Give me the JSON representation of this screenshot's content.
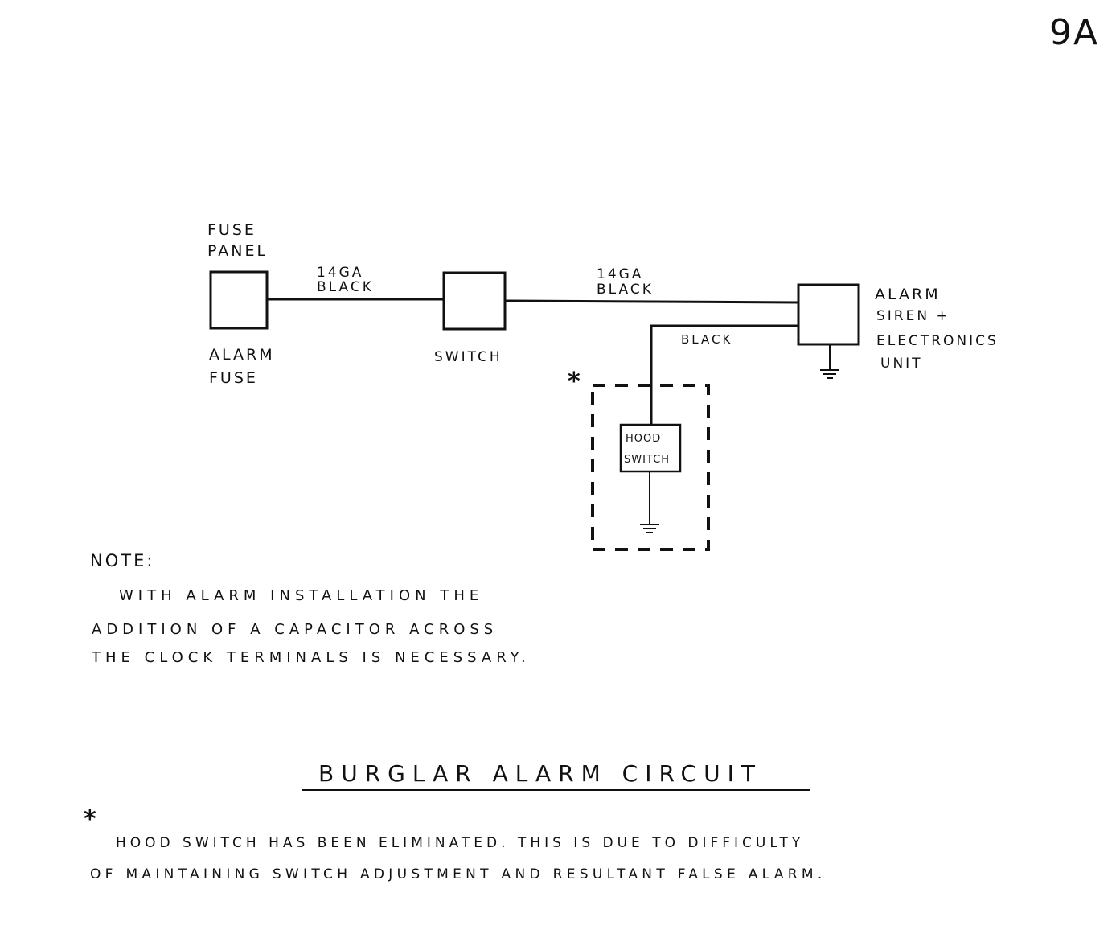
{
  "page_number": "9A",
  "components": {
    "fuse_panel_label": [
      "FUSE",
      "PANEL"
    ],
    "alarm_fuse_label": [
      "ALARM",
      "FUSE"
    ],
    "switch_label": "SWITCH",
    "alarm_unit_label": [
      "ALARM",
      "SIREN +",
      "ELECTRONICS",
      "UNIT"
    ],
    "hood_switch_label": [
      "HOOD",
      "SWITCH"
    ]
  },
  "wires": {
    "wire1_label": [
      "14GA",
      "BLACK"
    ],
    "wire2_label": [
      "14GA",
      "BLACK"
    ],
    "wire3_label": "BLACK"
  },
  "asterisk": "*",
  "note": {
    "heading": "NOTE:",
    "lines": [
      "WITH ALARM INSTALLATION THE",
      "ADDITION OF A CAPACITOR ACROSS",
      "THE CLOCK TERMINALS IS NECESSARY."
    ]
  },
  "title": "BURGLAR ALARM CIRCUIT",
  "footnote": {
    "marker": "*",
    "lines": [
      "HOOD SWITCH HAS BEEN ELIMINATED. THIS IS DUE TO DIFFICULTY",
      "OF MAINTAINING SWITCH ADJUSTMENT AND RESULTANT FALSE ALARM."
    ]
  }
}
